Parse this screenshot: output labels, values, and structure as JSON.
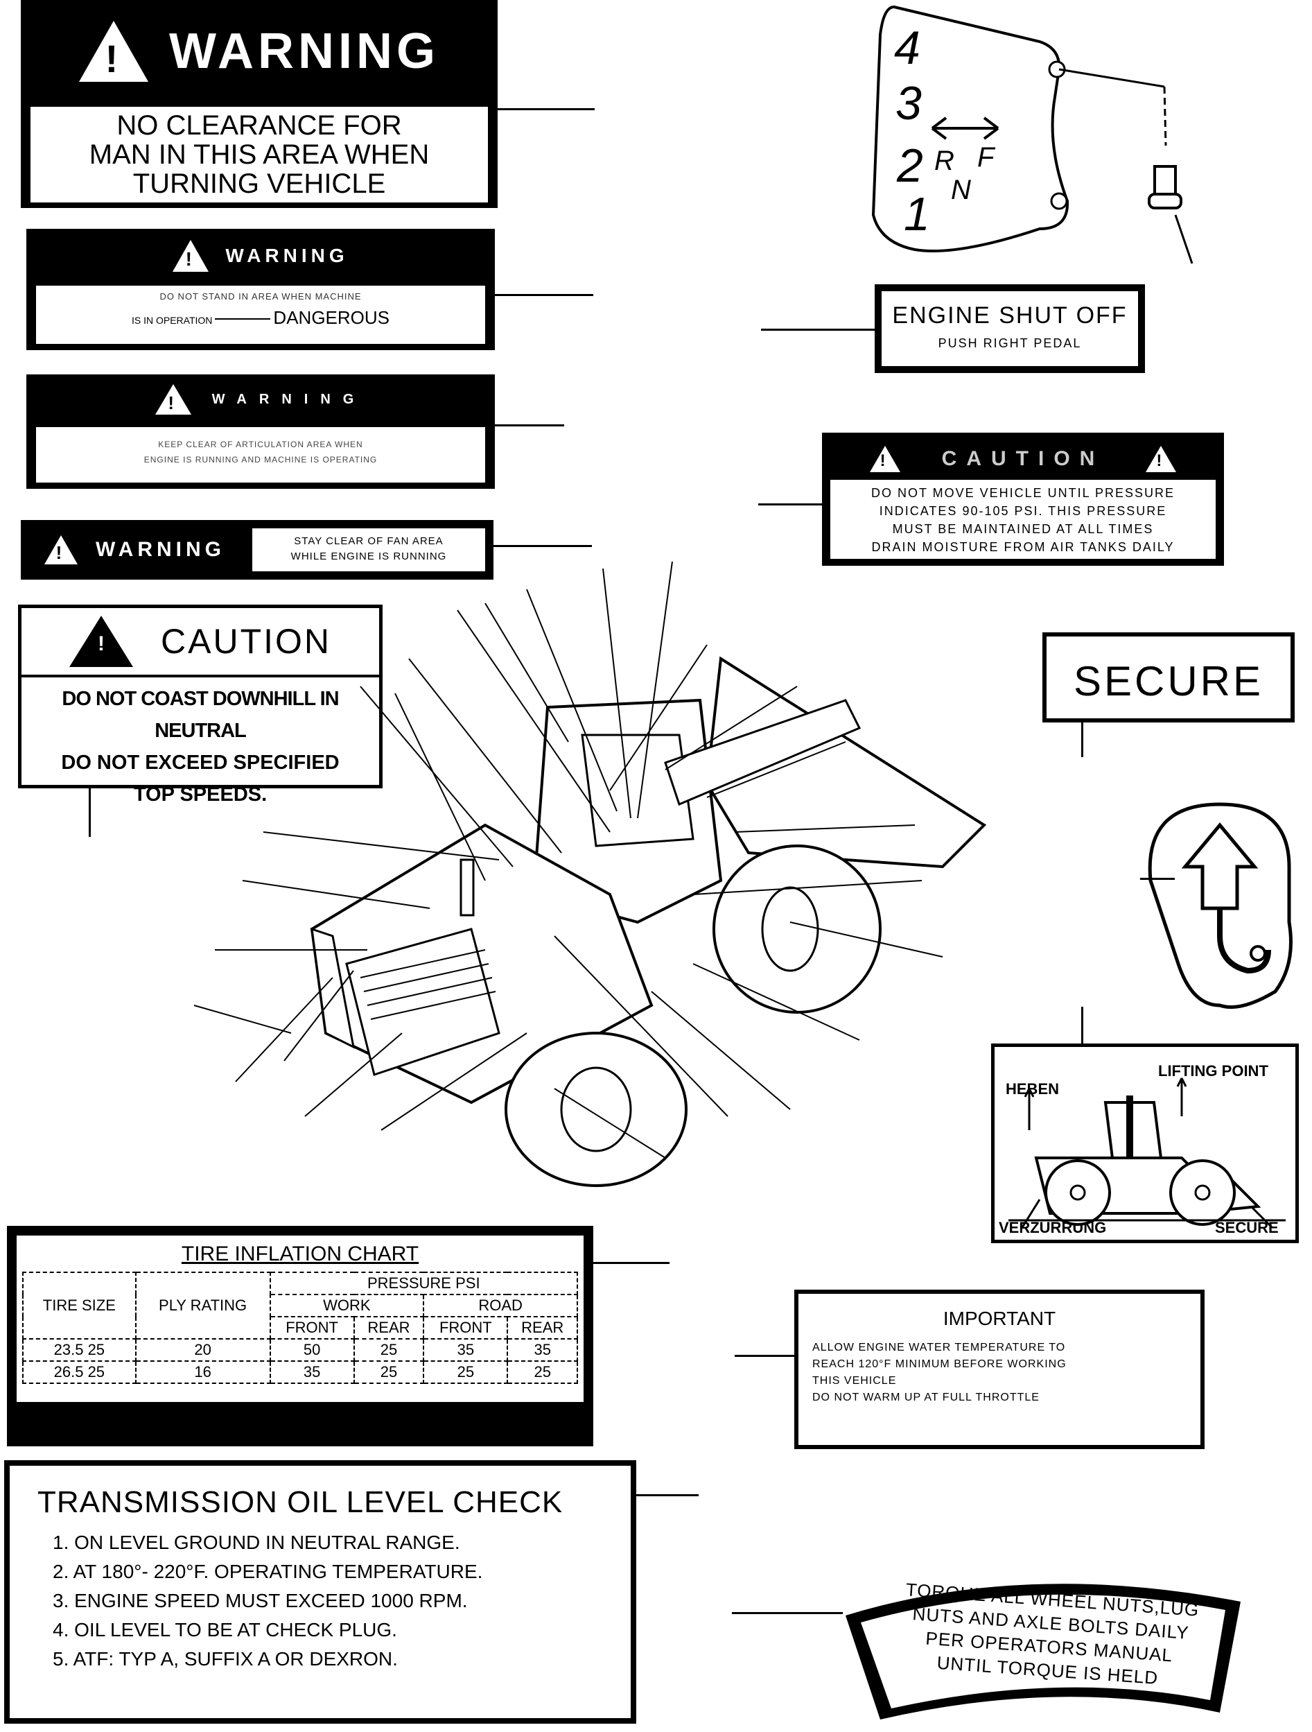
{
  "warning_1": {
    "header": "WARNING",
    "lines": [
      "NO CLEARANCE FOR",
      "MAN IN THIS AREA WHEN",
      "TURNING VEHICLE"
    ]
  },
  "warning_2": {
    "header": "WARNING",
    "line1": "DO NOT STAND IN AREA WHEN MACHINE",
    "line2_prefix": "IS IN OPERATION",
    "line2_suffix": "DANGEROUS"
  },
  "warning_3": {
    "header": "WARNING",
    "line1": "KEEP CLEAR OF ARTICULATION AREA WHEN",
    "line2": "ENGINE IS RUNNING AND MACHINE IS OPERATING"
  },
  "warning_4": {
    "header": "WARNING",
    "line1": "STAY CLEAR OF FAN AREA",
    "line2": "WHILE ENGINE IS RUNNING"
  },
  "caution_1": {
    "header": "CAUTION",
    "lines": [
      "DO NOT COAST DOWNHILL IN NEUTRAL",
      "DO NOT EXCEED SPECIFIED",
      "TOP SPEEDS."
    ]
  },
  "shifter": {
    "gears": [
      "4",
      "3",
      "2",
      "1"
    ],
    "positions": [
      "R",
      "N",
      "F"
    ]
  },
  "engine_shutoff": {
    "title": "ENGINE SHUT OFF",
    "subtitle": "PUSH RIGHT PEDAL"
  },
  "caution_2": {
    "header": "CAUTION",
    "lines": [
      "DO NOT MOVE VEHICLE UNTIL PRESSURE",
      "INDICATES 90-105 PSI. THIS PRESSURE",
      "MUST BE MAINTAINED AT ALL TIMES",
      "DRAIN MOISTURE FROM AIR TANKS DAILY"
    ]
  },
  "secure": {
    "label": "SECURE"
  },
  "lifting": {
    "heben": "HEBEN",
    "lifting_point": "LIFTING POINT",
    "verzurrung": "VERZURRUNG",
    "secure": "SECURE"
  },
  "tire_chart": {
    "title": "TIRE INFLATION CHART",
    "col_tire_size": "TIRE SIZE",
    "col_ply": "PLY RATING",
    "pressure_label": "PRESSURE PSI",
    "work": "WORK",
    "road": "ROAD",
    "front": "FRONT",
    "rear": "REAR",
    "rows": [
      {
        "size": "23.5 25",
        "ply": "20",
        "work_front": "50",
        "work_rear": "25",
        "road_front": "35",
        "road_rear": "35"
      },
      {
        "size": "26.5 25",
        "ply": "16",
        "work_front": "35",
        "work_rear": "25",
        "road_front": "25",
        "road_rear": "25"
      }
    ]
  },
  "important": {
    "title": "IMPORTANT",
    "lines": [
      "ALLOW ENGINE WATER TEMPERATURE TO",
      "REACH 120°F MINIMUM BEFORE WORKING",
      "THIS VEHICLE",
      "DO NOT WARM UP AT FULL THROTTLE"
    ]
  },
  "transmission": {
    "title": "TRANSMISSION OIL LEVEL CHECK",
    "items": [
      "1. ON LEVEL GROUND IN NEUTRAL RANGE.",
      "2. AT 180°- 220°F. OPERATING TEMPERATURE.",
      "3. ENGINE SPEED MUST EXCEED 1000 RPM.",
      "4. OIL LEVEL TO BE AT CHECK PLUG.",
      "5. ATF: TYP A, SUFFIX A OR DEXRON."
    ]
  },
  "torque": {
    "lines": [
      "TORQUE ALL WHEEL NUTS,LUG",
      "NUTS AND AXLE BOLTS DAILY",
      "PER OPERATORS MANUAL",
      "UNTIL TORQUE IS HELD"
    ]
  }
}
